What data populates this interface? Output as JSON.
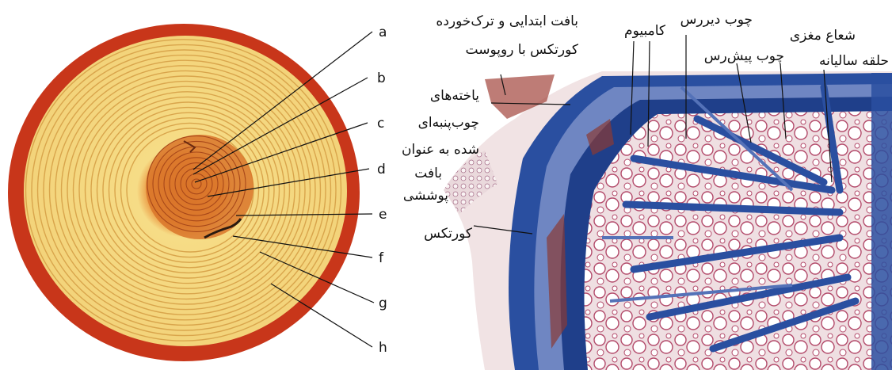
{
  "left_panel": {
    "letters": [
      "a",
      "b",
      "c",
      "d",
      "e",
      "f",
      "g",
      "h"
    ]
  },
  "right_panel": {
    "labels": {
      "primary_tissue_line1": "بافت ابتدایی و ترک‌خورده",
      "primary_tissue_line2": "کورتکس با روپوست",
      "cork_line1": "یاخته‌های",
      "cork_line2": "چوب‌پنبه‌ای",
      "cork_line3": "شده به عنوان",
      "cork_line4": "بافت",
      "cork_line5": "پوششی",
      "cortex": "کورتکس",
      "cambium": "کامبیوم",
      "late_wood": "چوب دیررس",
      "early_wood": "چوب پیش‌رس",
      "pith_ray": "شعاع مغزی",
      "annual_ring": "حلقه سالیانه"
    }
  },
  "colors": {
    "bark": "#c8361a",
    "wood_light": "#f6dc86",
    "wood_ring": "#d9a54c",
    "heart": "#d9762a",
    "stain_blue": "#2a4fa0",
    "stain_pink": "#d8a6b4",
    "bg_tissue": "#f2e6e6"
  }
}
